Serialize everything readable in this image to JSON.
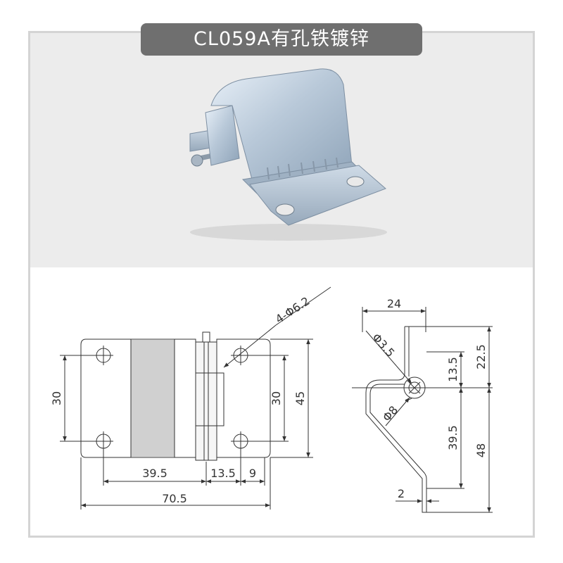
{
  "title": "CL059A有孔铁镀锌",
  "front_view": {
    "hole_callout": "4-Φ6.2",
    "left_height": "30",
    "right_height": "30",
    "total_height": "45",
    "width_a": "39.5",
    "width_b": "13.5",
    "width_c": "9",
    "total_width": "70.5"
  },
  "side_view": {
    "top_width": "24",
    "pin_diameter": "Φ3.5",
    "knuckle_diameter": "Φ8",
    "upper_offset": "13.5",
    "upper_height": "22.5",
    "lower_offset": "39.5",
    "total_height": "48",
    "thickness": "2"
  },
  "colors": {
    "badge": "#6f6f6f",
    "frame": "#d4d4d4",
    "photo_bg": "#ececec",
    "line": "#333333"
  }
}
